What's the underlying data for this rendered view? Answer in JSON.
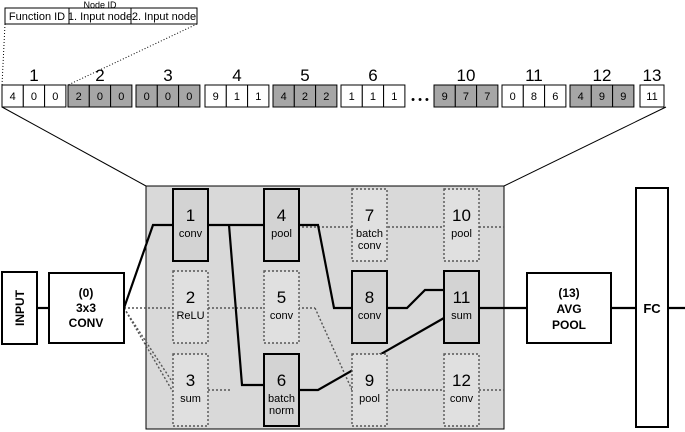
{
  "header": {
    "node_id_title": "Node ID",
    "fields": [
      "Function ID",
      "1. Input node",
      "2. Input node"
    ]
  },
  "genes": [
    {
      "index": "1",
      "values": [
        "4",
        "0",
        "0"
      ],
      "active": true
    },
    {
      "index": "2",
      "values": [
        "2",
        "0",
        "0"
      ],
      "active": false
    },
    {
      "index": "3",
      "values": [
        "0",
        "0",
        "0"
      ],
      "active": false
    },
    {
      "index": "4",
      "values": [
        "9",
        "1",
        "1"
      ],
      "active": true
    },
    {
      "index": "5",
      "values": [
        "4",
        "2",
        "2"
      ],
      "active": false
    },
    {
      "index": "6",
      "values": [
        "1",
        "1",
        "1"
      ],
      "active": true
    },
    {
      "index": "10",
      "values": [
        "9",
        "7",
        "7"
      ],
      "active": false
    },
    {
      "index": "11",
      "values": [
        "0",
        "8",
        "6"
      ],
      "active": true
    },
    {
      "index": "12",
      "values": [
        "4",
        "9",
        "9"
      ],
      "active": false
    },
    {
      "index": "13",
      "values": [
        "11"
      ],
      "active": true
    }
  ],
  "ellipsis": "• • •",
  "colors": {
    "inactive_fill": "#a6a6a6",
    "grid_background": "#d9d9d9",
    "active_node": "#d3d3d3",
    "inactive_node": "#e0e0e0",
    "stroke": "#000000"
  },
  "network": {
    "input": "INPUT",
    "conv0": [
      "(0)",
      "3x3",
      "CONV"
    ],
    "avgpool": [
      "(13)",
      "AVG",
      "POOL"
    ],
    "fc": "FC",
    "nodes": [
      {
        "id": "1",
        "label": [
          "conv"
        ],
        "active": true
      },
      {
        "id": "2",
        "label": [
          "ReLU"
        ],
        "active": false
      },
      {
        "id": "3",
        "label": [
          "sum"
        ],
        "active": false
      },
      {
        "id": "4",
        "label": [
          "pool"
        ],
        "active": true
      },
      {
        "id": "5",
        "label": [
          "conv"
        ],
        "active": false
      },
      {
        "id": "6",
        "label": [
          "batch",
          "norm"
        ],
        "active": true
      },
      {
        "id": "7",
        "label": [
          "batch",
          "conv"
        ],
        "active": false
      },
      {
        "id": "8",
        "label": [
          "conv"
        ],
        "active": true
      },
      {
        "id": "9",
        "label": [
          "pool"
        ],
        "active": false
      },
      {
        "id": "10",
        "label": [
          "pool"
        ],
        "active": false
      },
      {
        "id": "11",
        "label": [
          "sum"
        ],
        "active": true
      },
      {
        "id": "12",
        "label": [
          "conv"
        ],
        "active": false
      }
    ]
  }
}
